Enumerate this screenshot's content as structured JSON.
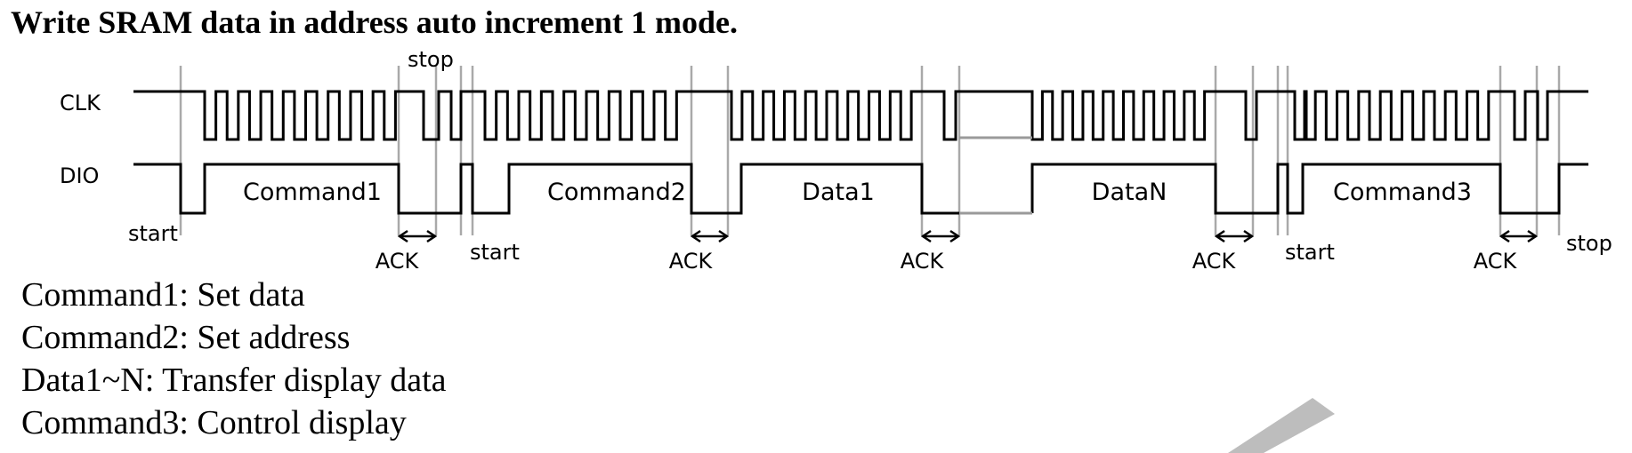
{
  "title": "Write SRAM data in address auto increment 1 mode.",
  "signals": {
    "clk": "CLK",
    "dio": "DIO"
  },
  "boxes": {
    "command1": "Command1",
    "command2": "Command2",
    "data1": "Data1",
    "dataN": "DataN",
    "command3": "Command3"
  },
  "markers": {
    "start": "start",
    "stop": "stop",
    "ack": "ACK"
  },
  "legend": [
    "Command1: Set data",
    "Command2: Set address",
    "Data1~N: Transfer display data",
    "Command3: Control display"
  ]
}
